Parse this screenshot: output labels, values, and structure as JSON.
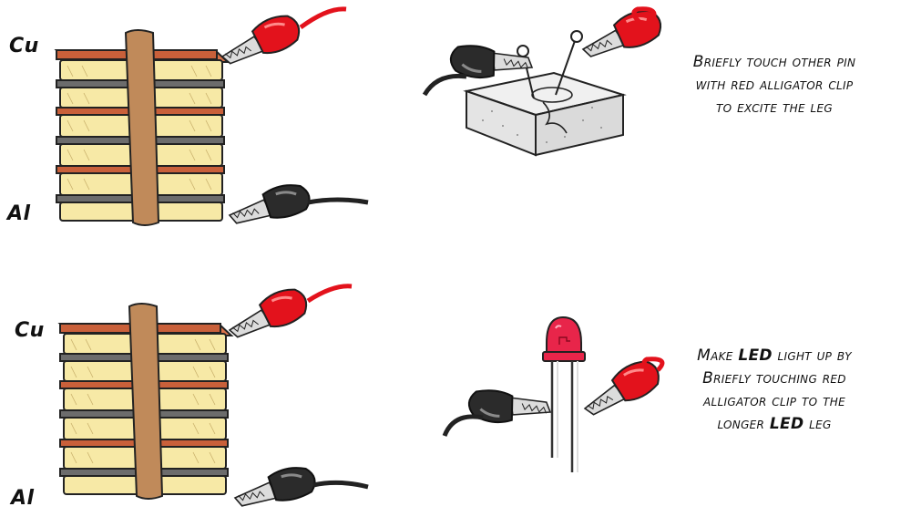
{
  "panels": {
    "top": {
      "label_copper": "Cu",
      "label_aluminum": "Al",
      "caption_lines": [
        "Briefly touch other pin",
        "with red alligator clip",
        "to excite the leg"
      ]
    },
    "bottom": {
      "label_copper": "Cu",
      "label_aluminum": "Al",
      "caption_line1_a": "Make ",
      "caption_line1_b": "LED",
      "caption_line1_c": " light up by",
      "caption_line2": "Briefly touching red",
      "caption_line3": "alligator clip to the",
      "caption_line4_a": "longer ",
      "caption_line4_b": "LED",
      "caption_line4_c": " leg"
    }
  },
  "colors": {
    "copper": "#c9603a",
    "pad": "#f7e9a6",
    "aluminum": "#6c6c6c",
    "band": "#c08a5a",
    "clip_red": "#e3121c",
    "clip_black": "#2b2b2b",
    "led_red": "#e8254a"
  },
  "icons": {
    "battery": "pile-battery-icon",
    "clip": "alligator-clip-icon",
    "led": "led-icon",
    "sponge": "sponge-board-icon"
  }
}
